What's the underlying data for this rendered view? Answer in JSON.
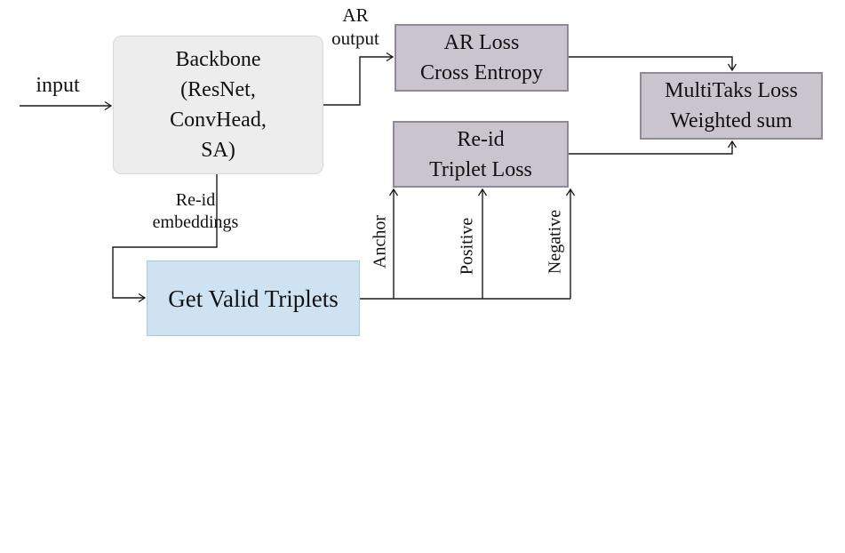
{
  "nodes": {
    "backbone": {
      "lines": [
        "Backbone",
        "(ResNet,",
        "ConvHead,",
        "SA)"
      ]
    },
    "ar_loss": {
      "lines": [
        "AR Loss",
        "Cross Entropy"
      ]
    },
    "reid_triplet_loss": {
      "lines": [
        "Re-id",
        "Triplet Loss"
      ]
    },
    "multitask_loss": {
      "lines": [
        "MultiTaks Loss",
        "Weighted sum"
      ]
    },
    "get_valid_triplets": {
      "label": "Get Valid Triplets"
    }
  },
  "edge_labels": {
    "input": "input",
    "ar_output": {
      "lines": [
        "AR",
        "output"
      ]
    },
    "reid_embeddings": {
      "lines": [
        "Re-id",
        "embeddings"
      ]
    },
    "anchor": "Anchor",
    "positive": "Positive",
    "negative": "Negative"
  },
  "colors": {
    "loss_box_fill": "#c9c4ce",
    "loss_box_border": "#8f8a96",
    "backbone_fill": "#ededed",
    "backbone_border": "#d8d8d8",
    "triplets_fill": "#cfe2f2",
    "triplets_border": "#a9c8e1",
    "line": "#1a1a1a",
    "background": "#ffffff"
  }
}
